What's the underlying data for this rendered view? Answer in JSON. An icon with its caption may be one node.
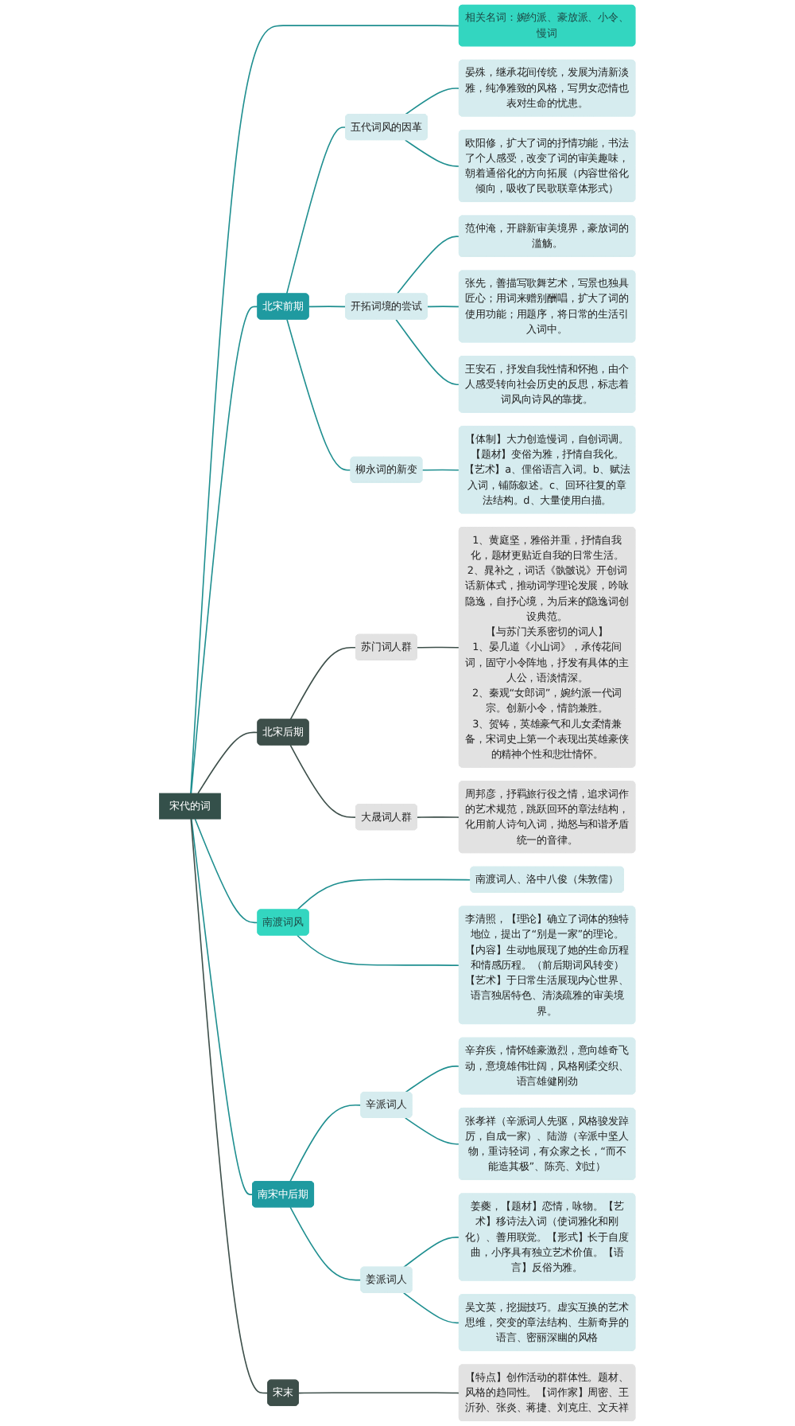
{
  "diagram": {
    "nodes": [
      {
        "text": [
          "宋代的词"
        ]
      },
      {
        "text": [
          "相关名词：婉约派、豪放派、小令、慢词"
        ]
      },
      {
        "text": [
          "北宋前期"
        ]
      },
      {
        "text": [
          "五代词风的因革"
        ]
      },
      {
        "text": [
          "晏殊，继承花间传统，发展为清新淡雅，纯净雅致的风格，写男女恋情也表对生命的忧患。"
        ]
      },
      {
        "text": [
          "欧阳修，扩大了词的抒情功能，书法了个人感受，改变了词的审美趣味，朝着通俗化的方向拓展（内容世俗化倾向，吸收了民歌联章体形式）"
        ]
      },
      {
        "text": [
          "开拓词境的尝试"
        ]
      },
      {
        "text": [
          "范仲淹，开辟新审美境界，豪放词的滥觞。"
        ]
      },
      {
        "text": [
          "张先，善描写歌舞艺术，写景也独具匠心；用词来赠别酬唱，扩大了词的使用功能；用题序，将日常的生活引入词中。"
        ]
      },
      {
        "text": [
          "王安石，抒发自我性情和怀抱，由个人感受转向社会历史的反思，标志着词风向诗风的靠拢。"
        ]
      },
      {
        "text": [
          "柳永词的新变"
        ]
      },
      {
        "text": [
          "【体制】大力创造慢词，自创词调。【题材】变俗为雅，抒情自我化。【艺术】a、俚俗语言入词。b、赋法入词，铺陈叙述。c、回环往复的章法结构。d、大量使用白描。"
        ]
      },
      {
        "text": [
          "北宋后期"
        ]
      },
      {
        "text": [
          "苏门词人群"
        ]
      },
      {
        "text": [
          "1、黄庭坚，雅俗并重，抒情自我化，题材更贴近自我的日常生活。",
          "2、晁补之，词话《骫骳说》开创词话新体式，推动词学理论发展，吟咏隐逸，自抒心境，为后来的隐逸词创设典范。",
          "【与苏门关系密切的词人】",
          "1、晏几道《小山词》，承传花间词，固守小令阵地，抒发有具体的主人公，语淡情深。",
          "2、秦观“女郎词”，婉约派一代词宗。创新小令，情韵兼胜。",
          "3、贺铸，英雄豪气和儿女柔情兼备，宋词史上第一个表现出英雄豪侠的精神个性和悲壮情怀。"
        ]
      },
      {
        "text": [
          "大晟词人群"
        ]
      },
      {
        "text": [
          "周邦彦，抒羁旅行役之情，追求词作的艺术规范，跳跃回环的章法结构，化用前人诗句入词，拗怒与和谐矛盾统一的音律。"
        ]
      },
      {
        "text": [
          "南渡词风"
        ]
      },
      {
        "text": [
          "南渡词人、洛中八俊（朱敦儒）"
        ]
      },
      {
        "text": [
          "李清照，【理论】确立了词体的独特地位，提出了“别是一家”的理论。【内容】生动地展现了她的生命历程和情感历程。（前后期词风转变）",
          "【艺术】于日常生活展现内心世界、语言独居特色、清淡疏雅的审美境界。"
        ]
      },
      {
        "text": [
          "南宋中后期"
        ]
      },
      {
        "text": [
          "辛派词人"
        ]
      },
      {
        "text": [
          "辛弃疾，情怀雄豪激烈，意向雄奇飞动，意境雄伟壮阔，风格刚柔交织、语言雄健刚劲"
        ]
      },
      {
        "text": [
          "张孝祥（辛派词人先驱，风格骏发踔厉，自成一家）、陆游（辛派中坚人物，重诗轻词，有众家之长，“而不能造其极”、陈亮、刘过）"
        ]
      },
      {
        "text": [
          "姜派词人"
        ]
      },
      {
        "text": [
          "姜夔，【题材】恋情，咏物。【艺术】移诗法入词（使词雅化和刚化）、善用联觉。【形式】长于自度曲，小序具有独立艺术价值。【语言】反俗为雅。"
        ]
      },
      {
        "text": [
          "吴文英，挖掘技巧。虚实互换的艺术思维，突变的章法结构、生新奇异的语言、密丽深幽的风格"
        ]
      },
      {
        "text": [
          "宋末"
        ]
      },
      {
        "text": [
          "【特点】创作活动的群体性。题材、风格的趋同性。【词作家】周密、王沂孙、张炎、蒋捷、刘克庄、文天祥"
        ]
      }
    ],
    "edges": [
      {
        "from": 0,
        "to": 1,
        "arrow": "none"
      },
      {
        "from": 0,
        "to": 2,
        "arrow": "none"
      },
      {
        "from": 2,
        "to": 3,
        "arrow": "none"
      },
      {
        "from": 3,
        "to": 4,
        "arrow": "none"
      },
      {
        "from": 3,
        "to": 5,
        "arrow": "none"
      },
      {
        "from": 2,
        "to": 6,
        "arrow": "none"
      },
      {
        "from": 6,
        "to": 7,
        "arrow": "none"
      },
      {
        "from": 6,
        "to": 8,
        "arrow": "none"
      },
      {
        "from": 6,
        "to": 9,
        "arrow": "none"
      },
      {
        "from": 2,
        "to": 10,
        "arrow": "none"
      },
      {
        "from": 10,
        "to": 11,
        "arrow": "none"
      },
      {
        "from": 0,
        "to": 12,
        "arrow": "none",
        "color": "#3d4f4a"
      },
      {
        "from": 12,
        "to": 13,
        "arrow": "none",
        "color": "#3d4f4a"
      },
      {
        "from": 13,
        "to": 14,
        "arrow": "none",
        "color": "#3d4f4a"
      },
      {
        "from": 12,
        "to": 15,
        "arrow": "none",
        "color": "#3d4f4a"
      },
      {
        "from": 15,
        "to": 16,
        "arrow": "none",
        "color": "#3d4f4a"
      },
      {
        "from": 0,
        "to": 17,
        "arrow": "none"
      },
      {
        "from": 17,
        "to": 18,
        "arrow": "none"
      },
      {
        "from": 17,
        "to": 19,
        "arrow": "none"
      },
      {
        "from": 0,
        "to": 20,
        "arrow": "none"
      },
      {
        "from": 20,
        "to": 21,
        "arrow": "none"
      },
      {
        "from": 21,
        "to": 22,
        "arrow": "none"
      },
      {
        "from": 21,
        "to": 23,
        "arrow": "none"
      },
      {
        "from": 20,
        "to": 24,
        "arrow": "none"
      },
      {
        "from": 24,
        "to": 25,
        "arrow": "none"
      },
      {
        "from": 24,
        "to": 26,
        "arrow": "none"
      },
      {
        "from": 0,
        "to": 27,
        "arrow": "none",
        "color": "#3d4f4a"
      },
      {
        "from": 27,
        "to": 28,
        "arrow": "none",
        "color": "#3d4f4a"
      }
    ]
  }
}
